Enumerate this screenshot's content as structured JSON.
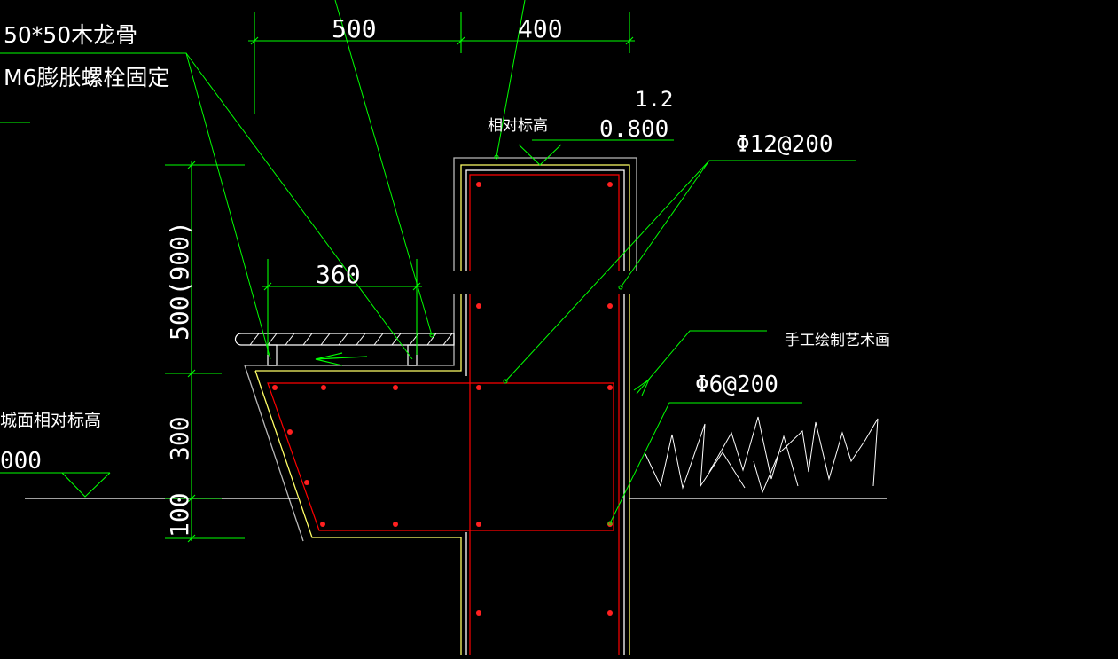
{
  "labels": {
    "wood_keel": "50*50木龙骨",
    "bolt": "M6膨胀螺栓固定",
    "relative_elev": "相对标高",
    "elev_top_small": "1.2",
    "elev_top_value": "0.800",
    "rebar_main": "Φ12@200",
    "mural": "手工绘制艺术画",
    "rebar_dist": "Φ6@200",
    "ground_label": "城面相对标高",
    "ground_value": "000"
  },
  "dims": {
    "d500_top": "500",
    "d400_top": "400",
    "d360": "360",
    "d500_900": "500(900)",
    "d300": "300",
    "d100": "100"
  },
  "colors": {
    "background": "#000000",
    "dimension_green": "#00ff00",
    "outline_white": "#ffffff",
    "outline_grey": "#b0b0b0",
    "rebar_red": "#ff0000",
    "finish_yellow": "#ffff66"
  }
}
